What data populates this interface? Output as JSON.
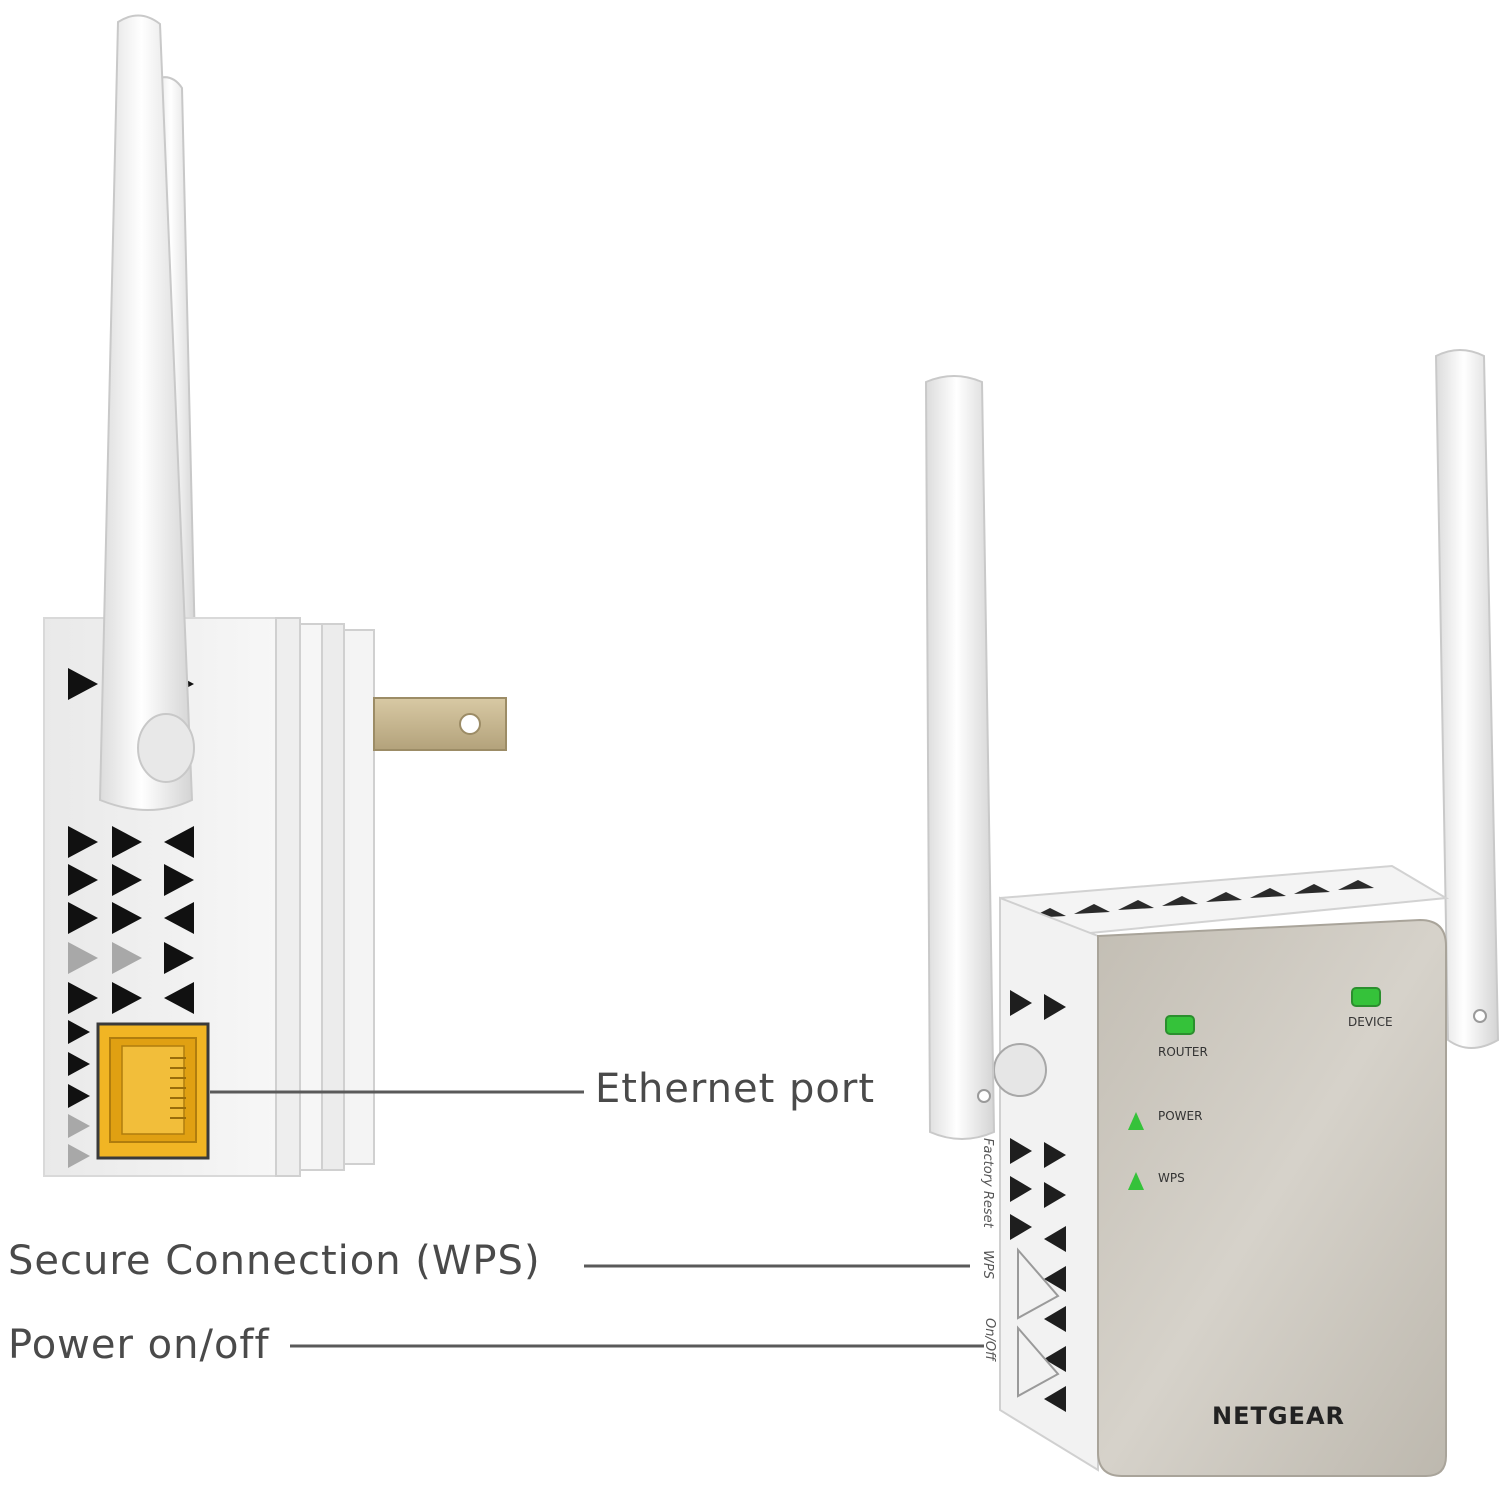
{
  "callouts": {
    "ethernet": "Ethernet port",
    "wps": "Secure Connection (WPS)",
    "power": "Power on/off"
  },
  "device": {
    "brand": "NETGEAR",
    "leds": {
      "router": "ROUTER",
      "device": "DEVICE",
      "power": "POWER",
      "wps": "WPS"
    },
    "side_labels": {
      "reset": "Factory Reset",
      "wps": "WPS",
      "onoff": "On/Off"
    }
  },
  "colors": {
    "background": "#ffffff",
    "body": "#f1f1f1",
    "front_panel": "#c9c4bb",
    "led_green": "#35c23a",
    "port_yellow": "#f0b21b",
    "vent": "#111111",
    "leader": "#5a5a5a"
  }
}
